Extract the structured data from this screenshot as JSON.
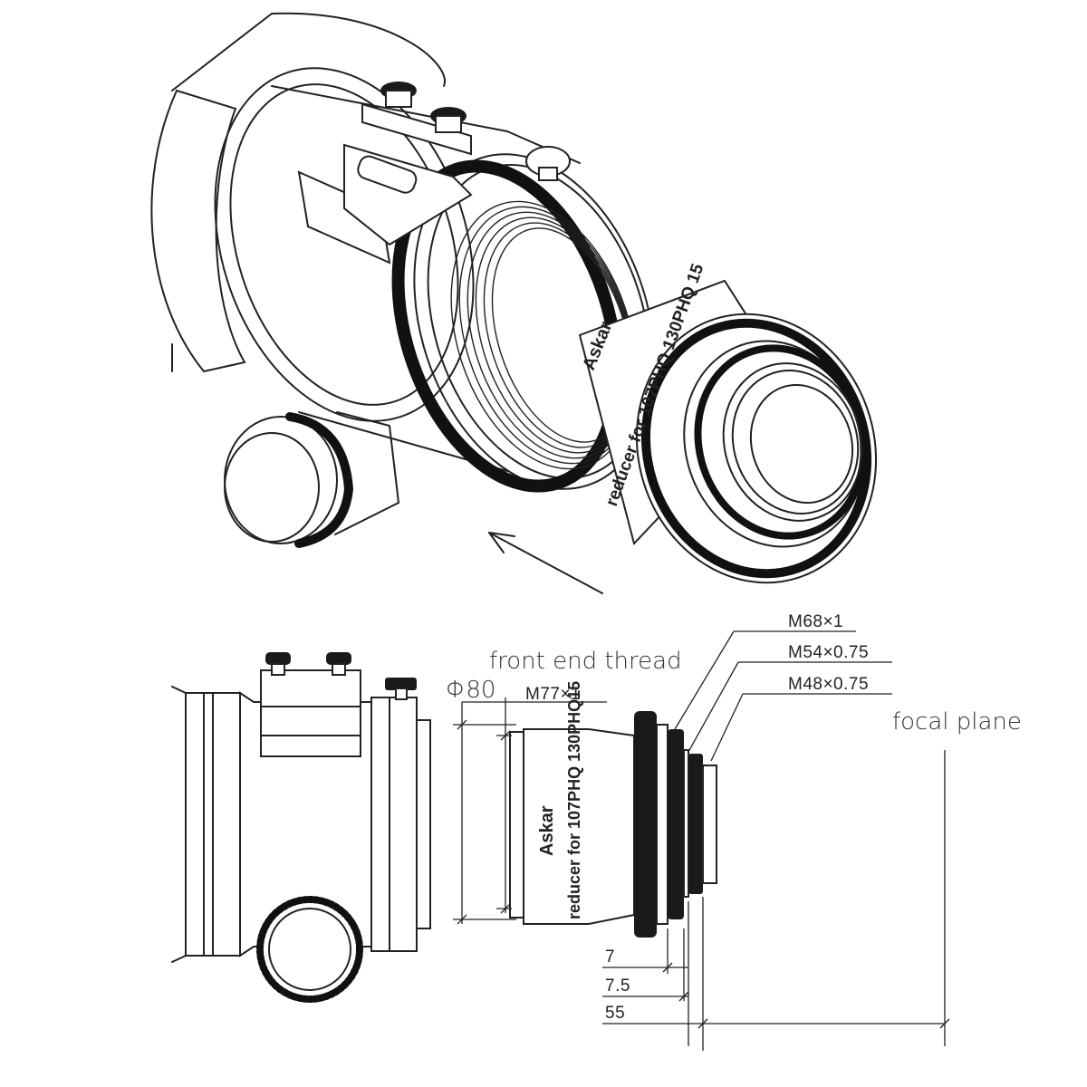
{
  "labels": {
    "front_end_thread": "front end thread",
    "focal_plane": "focal plane",
    "diameter": "Φ80",
    "thread_m77": "M77×1",
    "thread_m68": "M68×1",
    "thread_m54": "M54×0.75",
    "thread_m48": "M48×0.75",
    "dim_7": "7",
    "dim_7_5": "7.5",
    "dim_55": "55"
  },
  "engraving": {
    "brand": "Askar",
    "reducer_text": "reducer for 107PHQ 130PHQ 15",
    "reducer_text_side": "reducer for 107PHQ 130PHQ15"
  },
  "colors": {
    "line": "#222222",
    "knurl": "#1a1a1a",
    "background": "#ffffff"
  }
}
